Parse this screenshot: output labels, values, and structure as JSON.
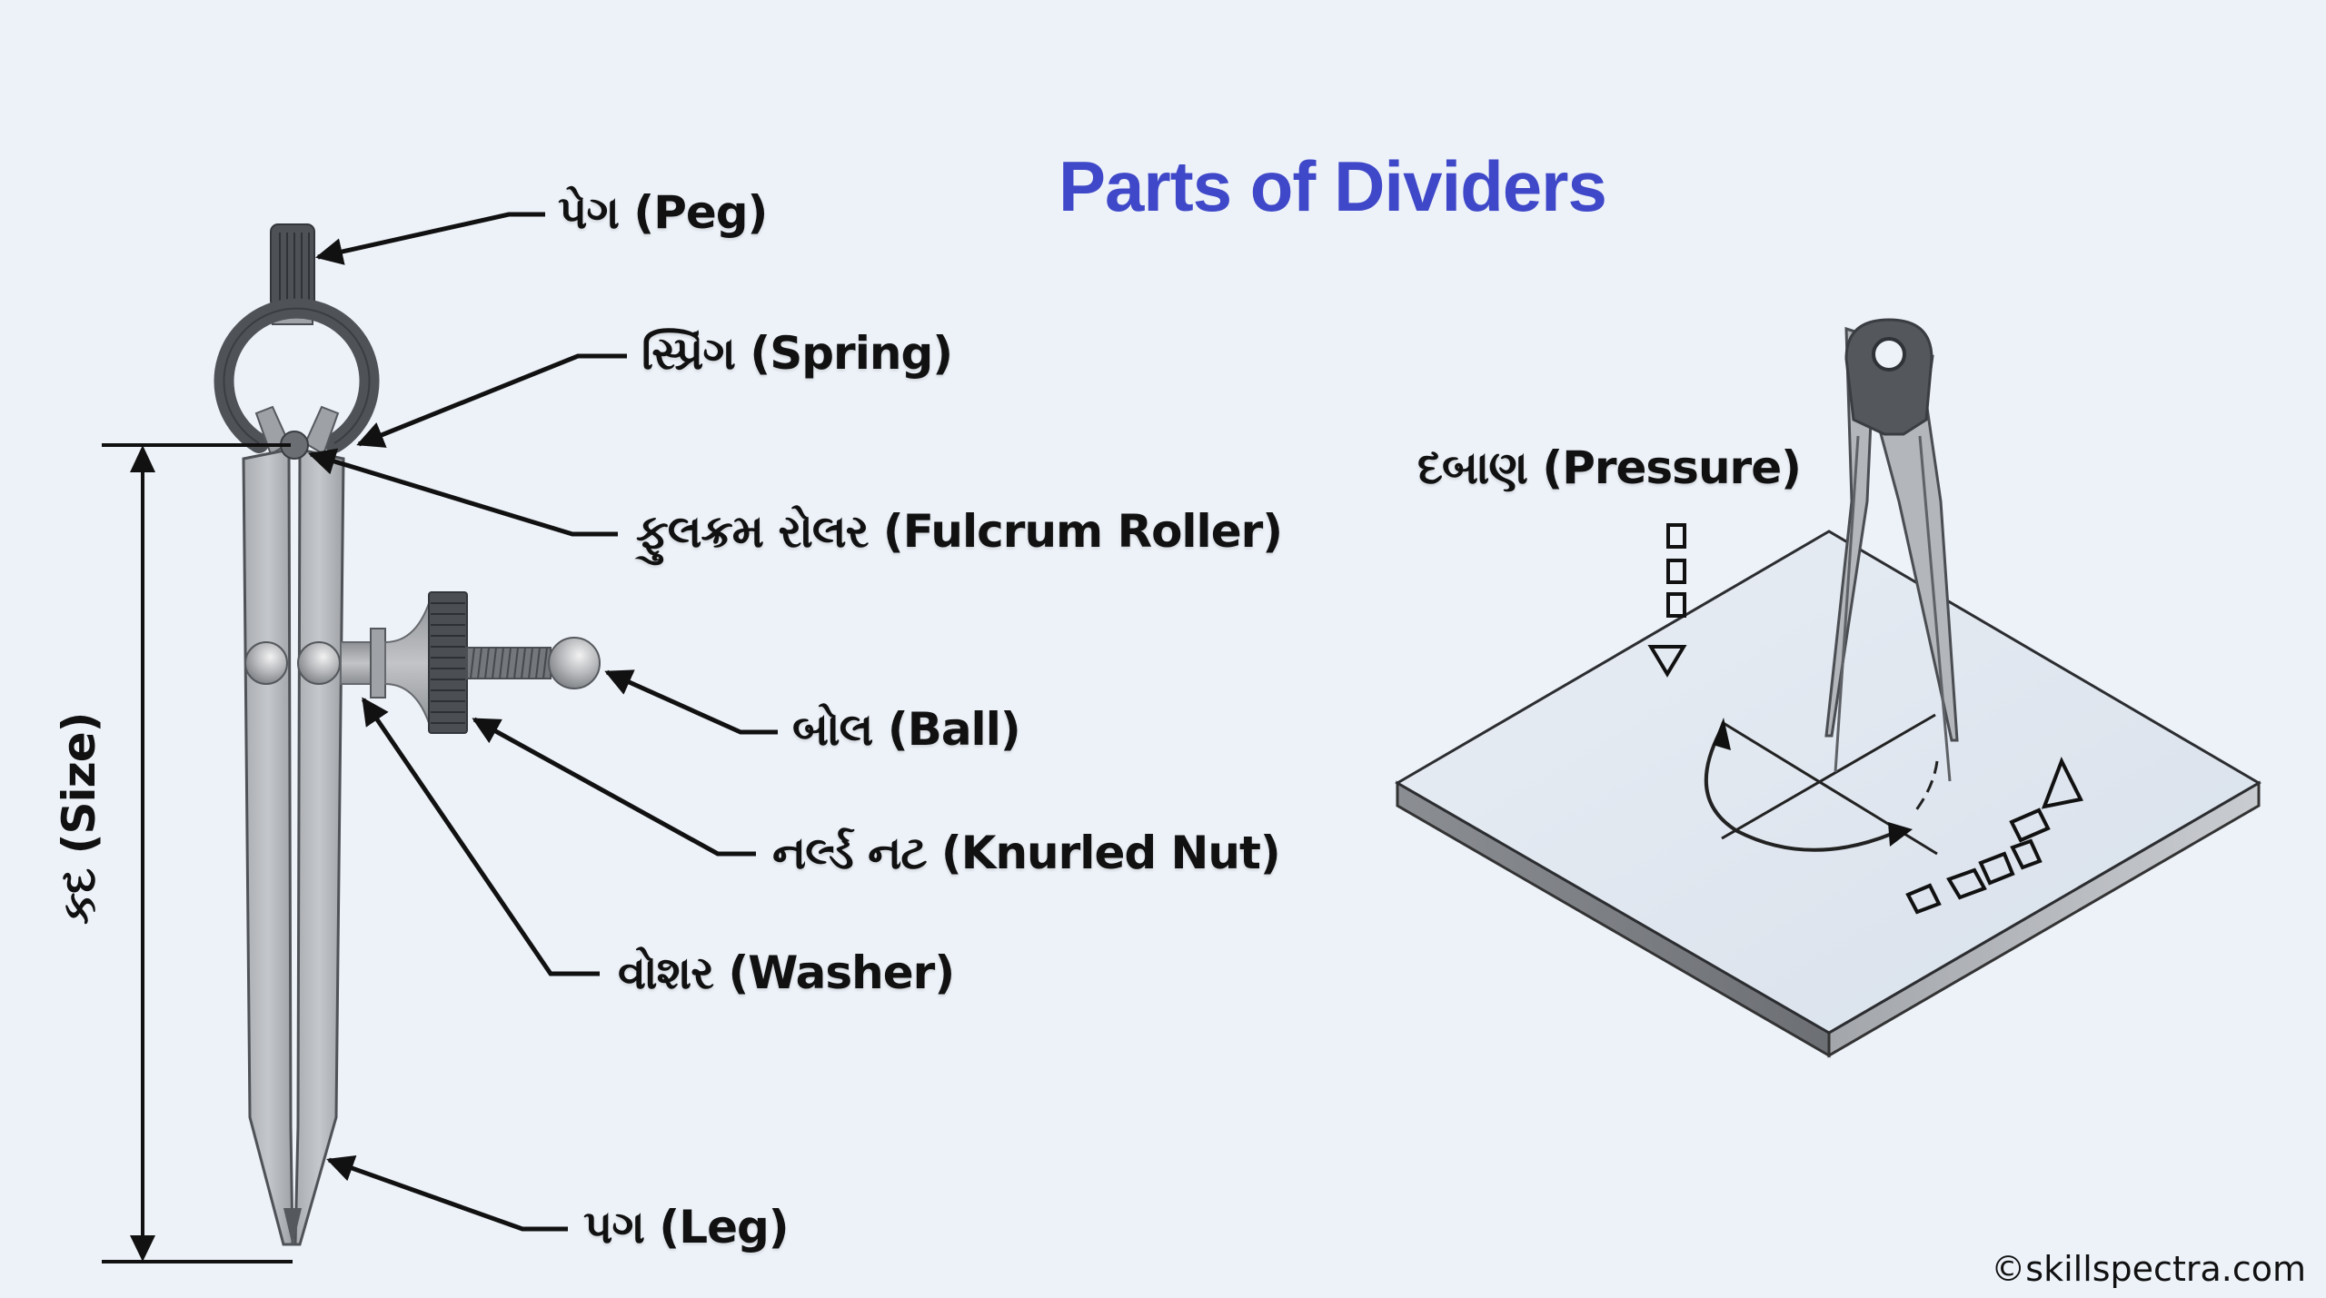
{
  "title": "Parts of Dividers",
  "colors": {
    "title": "#3f48c8",
    "background": "#edf2f9",
    "metal_light": "#b5b8bc",
    "metal_dark": "#55585d",
    "outline": "#3c3f44",
    "text": "#111111"
  },
  "labels": {
    "peg": "પેગ (Peg)",
    "spring": "સ્પ્રિંગ (Spring)",
    "fulcrum_roller": "ફુલક્રમ રોલર (Fulcrum Roller)",
    "ball": "બોલ (Ball)",
    "knurled_nut": "નર્લ્ડ નટ (Knurled Nut)",
    "washer": "વોશર (Washer)",
    "leg": "પગ (Leg)",
    "size": "કદ (Size)",
    "pressure": "દબાણ (Pressure)"
  },
  "watermark": "©skillspectra.com"
}
